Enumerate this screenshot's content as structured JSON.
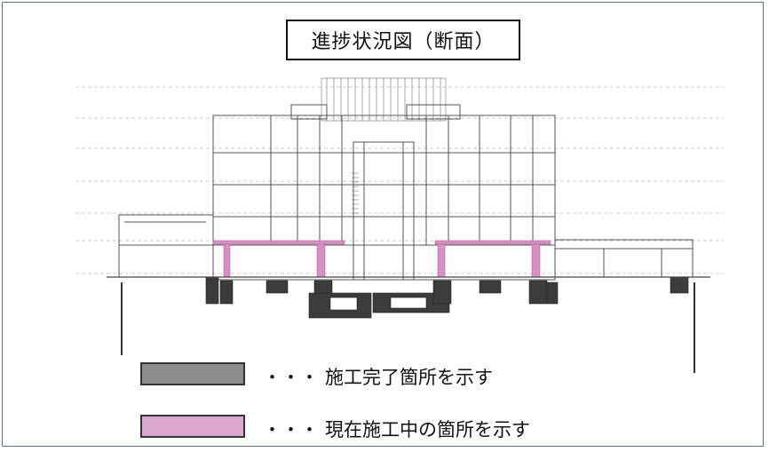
{
  "title": "進捗状況図（断面）",
  "legend": {
    "completed": {
      "prefix": "・・・",
      "label": "施工完了箇所を示す",
      "color": "#8b8d8b"
    },
    "in_progress": {
      "prefix": "・・・",
      "label": "現在施工中の箇所を示す",
      "color": "#dba7cc"
    }
  },
  "colors": {
    "frame": "#5a6f92",
    "line": "#555555",
    "dashed": "#9a9a9a",
    "dark_fill": "#3c3c3c",
    "pink_fill": "#d88fc4"
  }
}
